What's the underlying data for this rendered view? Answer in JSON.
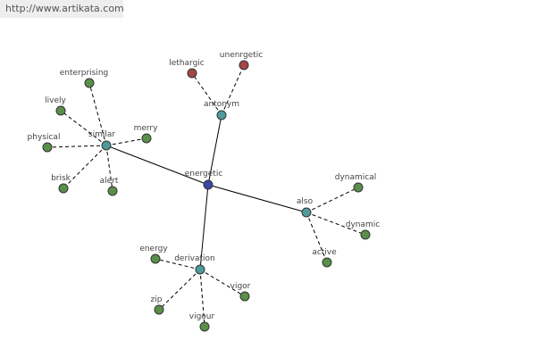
{
  "header": {
    "url": "http://www.artikata.com"
  },
  "colors": {
    "root": "#3b47a3",
    "hub": "#4f9a9a",
    "synonym": "#5a8f4a",
    "antonym": "#a64545"
  },
  "graph": {
    "root": {
      "label": "energetic"
    },
    "hubs": {
      "antonym": {
        "label": "antonym",
        "leaves": [
          "lethargic",
          "unenrgetic"
        ]
      },
      "similar": {
        "label": "similar",
        "leaves": [
          "enterprising",
          "lively",
          "physical",
          "brisk",
          "alert",
          "merry"
        ]
      },
      "also": {
        "label": "also",
        "leaves": [
          "dynamical",
          "dynamic",
          "active"
        ]
      },
      "derivation": {
        "label": "derivation",
        "leaves": [
          "energy",
          "zip",
          "vigour",
          "vigor"
        ]
      }
    }
  }
}
